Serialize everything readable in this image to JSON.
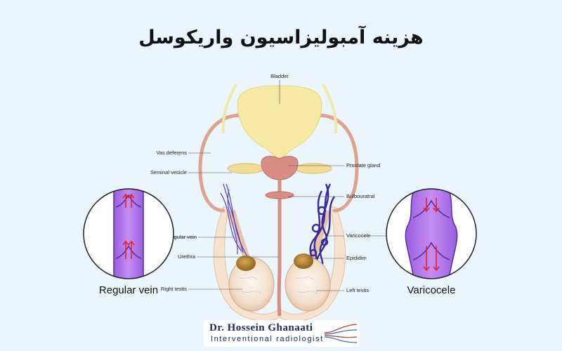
{
  "title": "هزینه آمبولیزاسیون واریکوسل",
  "labels": {
    "bladder": "Bladder",
    "vas_deferens": "Vas deferens",
    "seminal_vesicle": "Seminal vesicle",
    "prostate_gland": "Prostate gland",
    "bulbourethral": "Bulbouratral",
    "regular_vein": "Regular vein",
    "varicocele": "Varicocele",
    "urethra": "Urethra",
    "epididim": "Epididim",
    "right_testis": "Right testis",
    "left_testis": "Left testis"
  },
  "captions": {
    "left": "Regular vein",
    "right": "Varicocele"
  },
  "logo": {
    "name": "Dr. Hossein Ghanaati",
    "subtitle": "Interventional radiologist"
  },
  "colors": {
    "background": "#ebf5fc",
    "tissue": "#f6dbc1",
    "bladder": "#f7e8a6",
    "prostate": "#d98c84",
    "vein": "#7b3fc6",
    "logo_text": "#1b2a55"
  }
}
